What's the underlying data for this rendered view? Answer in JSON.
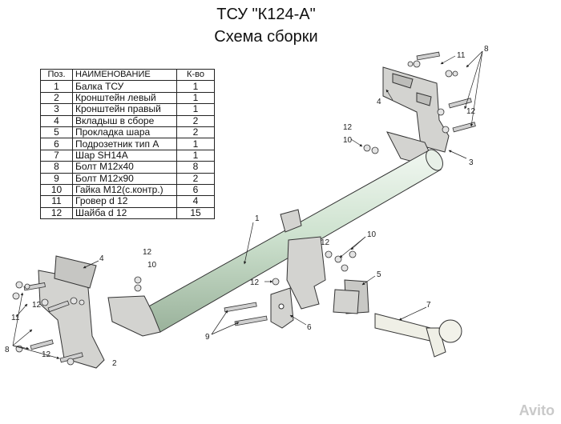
{
  "title": "ТСУ \"К124-А\"",
  "subtitle": "Схема сборки",
  "table": {
    "headers": [
      "Поз.",
      "НАИМЕНОВАНИЕ",
      "К-во"
    ],
    "rows": [
      [
        "1",
        "Балка ТСУ",
        "1"
      ],
      [
        "2",
        "Кронштейн левый",
        "1"
      ],
      [
        "3",
        "Кронштейн правый",
        "1"
      ],
      [
        "4",
        "Вкладыш в сборе",
        "2"
      ],
      [
        "5",
        "Прокладка шара",
        "2"
      ],
      [
        "6",
        "Подрозетник тип А",
        "1"
      ],
      [
        "7",
        "Шар SH14A",
        "1"
      ],
      [
        "8",
        "Болт М12х40",
        "8"
      ],
      [
        "9",
        "Болт М12х90",
        "2"
      ],
      [
        "10",
        "Гайка М12(с.контр.)",
        "6"
      ],
      [
        "11",
        "Гровер d 12",
        "4"
      ],
      [
        "12",
        "Шайба d 12",
        "15"
      ]
    ]
  },
  "callouts": [
    "1",
    "2",
    "3",
    "4",
    "4",
    "5",
    "6",
    "7",
    "8",
    "8",
    "9",
    "10",
    "10",
    "10",
    "11",
    "11",
    "12",
    "12",
    "12",
    "12",
    "12",
    "12",
    "12"
  ],
  "watermark": "Avito",
  "colors": {
    "part_fill": "#d3d3d0",
    "part_stroke": "#333333",
    "bar_fill": "#cfe3d0"
  }
}
